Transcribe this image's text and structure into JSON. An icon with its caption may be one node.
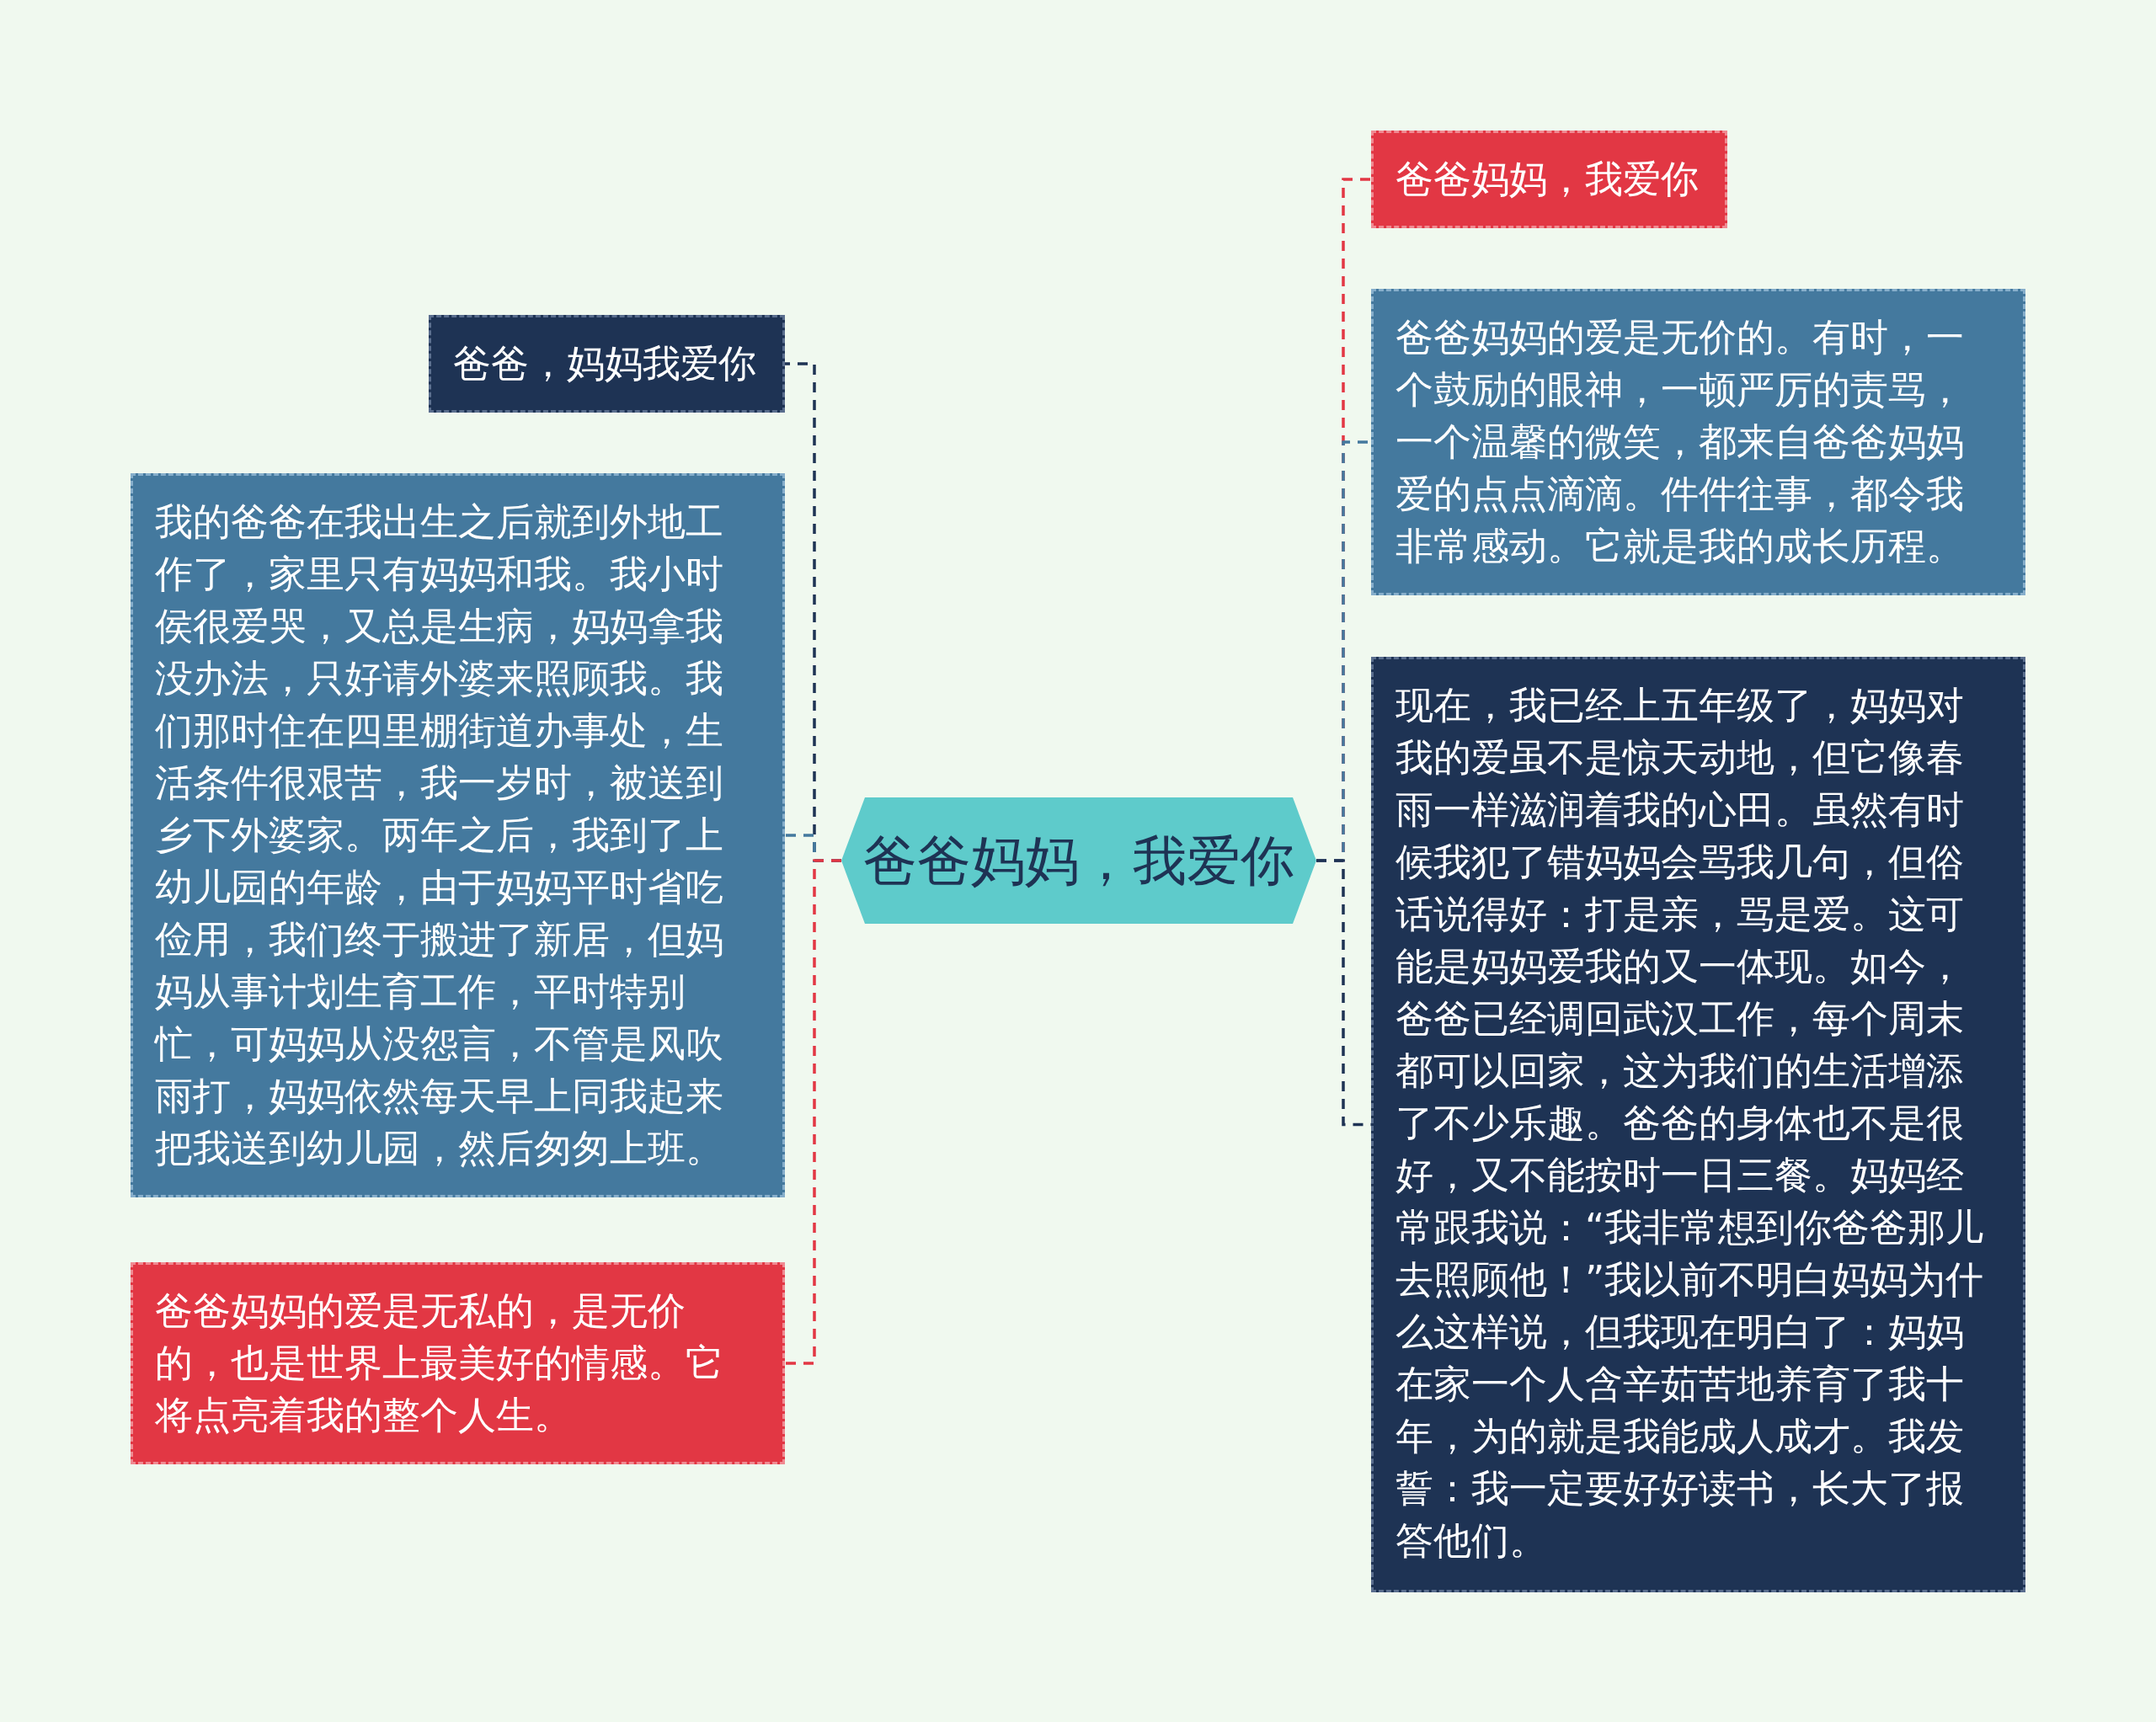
{
  "diagram": {
    "nodes": [
      {
        "text": [
          "爸爸妈妈，我爱你"
        ]
      },
      {
        "text": [
          "爸爸，妈妈我爱你"
        ]
      },
      {
        "text": [
          "我的爸爸在我出生之后就到外地工作了，家里只有妈妈和我。我小时侯很爱哭，又总是生病，妈妈拿我没办法，只好请外婆来照顾我。我们那时住在四里棚街道办事处，生活条件很艰苦，我一岁时，被送到乡下外婆家。两年之后，我到了上幼儿园的年龄，由于妈妈平时省吃俭用，我们终于搬进了新居，但妈妈从事计划生育工作，平时特别忙，可妈妈从没怨言，不管是风吹雨打，妈妈依然每天早上同我起来把我送到幼儿园，然后匆匆上班。"
        ]
      },
      {
        "text": [
          "爸爸妈妈的爱是无私的，是无价的，也是世界上最美好的情感。它将点亮着我的整个人生。"
        ]
      },
      {
        "text": [
          "爸爸妈妈，我爱你"
        ]
      },
      {
        "text": [
          "爸爸妈妈的爱是无价的。有时，一个鼓励的眼神，一顿严厉的责骂，一个温馨的微笑，都来自爸爸妈妈爱的点点滴滴。件件往事，都令我非常感动。它就是我的成长历程。"
        ]
      },
      {
        "text": [
          "现在，我已经上五年级了，妈妈对我的爱虽不是惊天动地，但它像春雨一样滋润着我的心田。虽然有时候我犯了错妈妈会骂我几句，但俗话说得好：打是亲，骂是爱。这可能是妈妈爱我的又一体现。如今，爸爸已经调回武汉工作，每个周末都可以回家，这为我们的生活增添了不少乐趣。爸爸的身体也不是很好，又不能按时一日三餐。妈妈经常跟我说：“我非常想到你爸爸那儿去照顾他！”我以前不明白妈妈为什么这样说，但我现在明白了：妈妈在家一个人含辛茹苦地养育了我十年，为的就是我能成人成才。我发誓：我一定要好好读书，长大了报答他们。"
        ]
      }
    ],
    "edges": [
      {
        "from": 0,
        "to": 1,
        "arrow": "none",
        "style": "dashed",
        "color": "#1e3354"
      },
      {
        "from": 0,
        "to": 2,
        "arrow": "none",
        "style": "dashed",
        "color": "#44799e"
      },
      {
        "from": 0,
        "to": 3,
        "arrow": "none",
        "style": "dashed",
        "color": "#e23744"
      },
      {
        "from": 0,
        "to": 4,
        "arrow": "none",
        "style": "dashed",
        "color": "#e23744"
      },
      {
        "from": 0,
        "to": 5,
        "arrow": "none",
        "style": "dashed",
        "color": "#44799e"
      },
      {
        "from": 0,
        "to": 6,
        "arrow": "none",
        "style": "dashed",
        "color": "#1e3354"
      }
    ]
  }
}
